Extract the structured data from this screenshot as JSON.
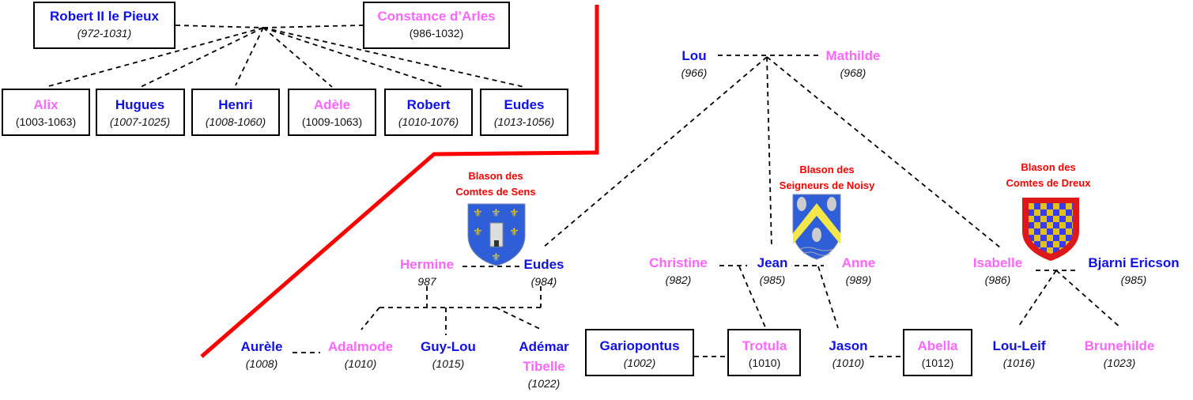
{
  "colors": {
    "male": "#1010e8",
    "female": "#ff66ff",
    "separator": "#ff0000",
    "label": "#ff0000"
  },
  "top_family": {
    "father": {
      "name": "Robert II le Pieux",
      "dates": "(972-1031)"
    },
    "mother": {
      "name": "Constance d’Arles",
      "dates": "(986-1032)"
    },
    "children": [
      {
        "name": "Alix",
        "dates": "(1003-1063)"
      },
      {
        "name": "Hugues",
        "dates": "(1007-1025)"
      },
      {
        "name": "Henri",
        "dates": "(1008-1060)"
      },
      {
        "name": "Adèle",
        "dates": "(1009-1063)"
      },
      {
        "name": "Robert",
        "dates": "(1010-1076)"
      },
      {
        "name": "Eudes",
        "dates": "(1013-1056)"
      }
    ]
  },
  "fictional_family": {
    "lou": {
      "name": "Lou",
      "dates": "(966)"
    },
    "mathilde": {
      "name": "Mathilde",
      "dates": "(968)"
    },
    "hermine": {
      "name": "Hermine",
      "dates": "987"
    },
    "eudes": {
      "name": "Eudes",
      "dates": "(984)"
    },
    "aurele": {
      "name": "Aurèle",
      "dates": "(1008)"
    },
    "adalmode": {
      "name": "Adalmode",
      "dates": "(1010)"
    },
    "guylou": {
      "name": "Guy-Lou",
      "dates": "(1015)"
    },
    "ademar": {
      "name": "Adémar",
      "name2": "Tibelle",
      "dates": "(1022)"
    },
    "christine": {
      "name": "Christine",
      "dates": "(982)"
    },
    "jean": {
      "name": "Jean",
      "dates": "(985)"
    },
    "anne": {
      "name": "Anne",
      "dates": "(989)"
    },
    "isabelle": {
      "name": "Isabelle",
      "dates": "(986)"
    },
    "bjarni": {
      "name": "Bjarni Ericson",
      "dates": "(985)"
    },
    "gariopontus": {
      "name": "Gariopontus",
      "dates": "(1002)"
    },
    "trotula": {
      "name": "Trotula",
      "dates": "(1010)"
    },
    "jason": {
      "name": "Jason",
      "dates": "(1010)"
    },
    "abella": {
      "name": "Abella",
      "dates": "(1012)"
    },
    "louleif": {
      "name": "Lou-Leif",
      "dates": "(1016)"
    },
    "brunehilde": {
      "name": "Brunehilde",
      "dates": "(1023)"
    }
  },
  "coats": {
    "sens": {
      "line1": "Blason des",
      "line2": "Comtes de Sens"
    },
    "noisy": {
      "line1": "Blason des",
      "line2": "Seigneurs de Noisy"
    },
    "dreux": {
      "line1": "Blason des",
      "line2": "Comtes de Dreux"
    }
  }
}
